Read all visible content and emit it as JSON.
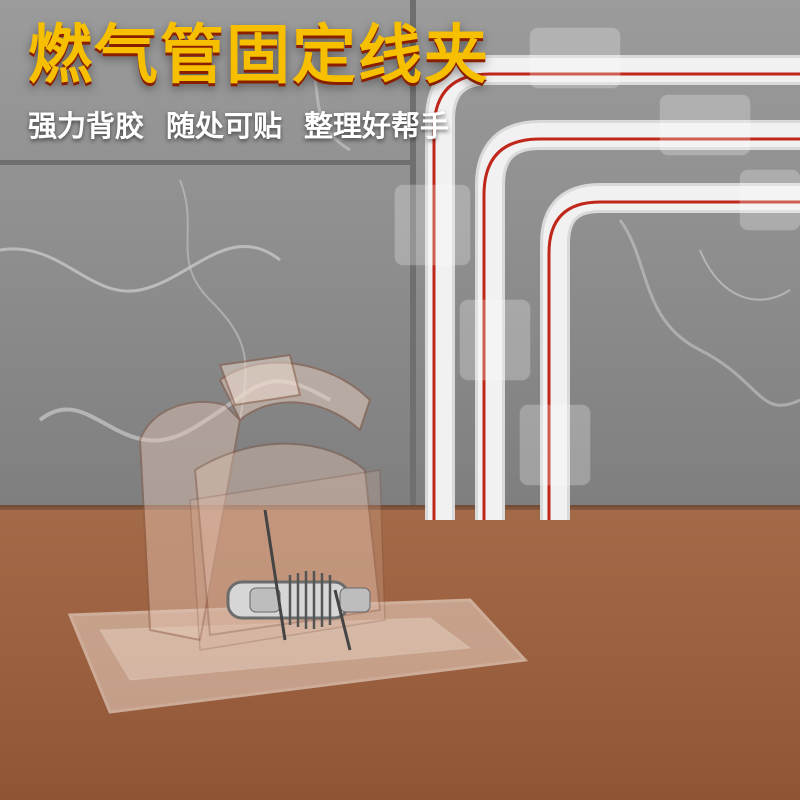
{
  "headline": "燃气管固定线夹",
  "subheadline": [
    "强力背胶",
    "随处可贴",
    "整理好帮手"
  ],
  "colors": {
    "headline_text": "#f6c000",
    "subheadline_text": "#ffffff",
    "wall": "#8f8f8f",
    "table": "#9a5f3e",
    "pipe": "#f1f1f1",
    "pipe_stripe": "#c0261a"
  }
}
